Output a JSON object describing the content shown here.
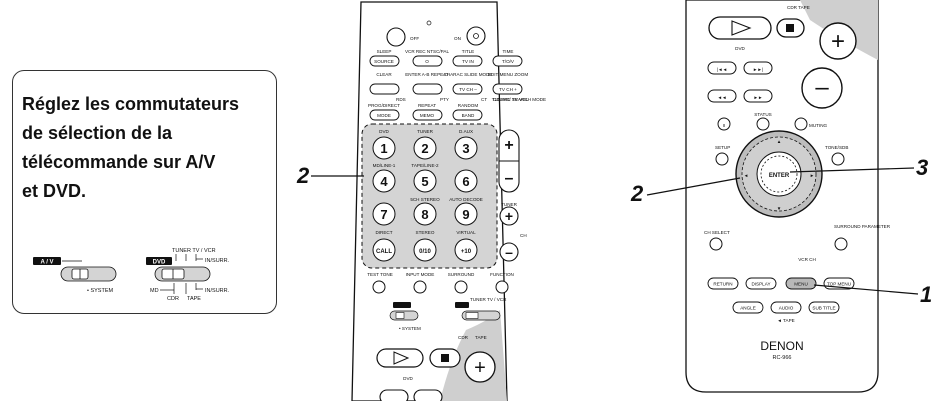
{
  "instruction": {
    "lines": [
      "Réglez les commutateurs",
      "de sélection de la",
      "télécommande sur A/V",
      "et DVD."
    ]
  },
  "switch_panel": {
    "av_badge": "A / V",
    "dvd_badge": "DVD",
    "tuner_tv_vcr": "TUNER TV / VCR",
    "in_surr": "IN/SURR.",
    "system": "• SYSTEM",
    "md": "MD",
    "cdr": "CDR",
    "tape": "TAPE"
  },
  "callouts": {
    "left_two": "2",
    "right_two": "2",
    "three": "3",
    "one": "1"
  },
  "remote_left": {
    "off": "OFF",
    "on": "ON",
    "row1_labels": [
      "SLEEP",
      "VCR REC NTSC/PAL",
      "TITLE",
      "TIME"
    ],
    "row1_buttons": [
      "SOURCE",
      "O",
      "TV IN",
      "T/O/V"
    ],
    "row2_labels": [
      "CLEAR",
      "ENTER A-B REPEAT",
      "CHARAC SLIDE MODE",
      "EDIT/MENU ZOOM"
    ],
    "row2_buttons": [
      "",
      "",
      "TV CH –",
      "TV CH +"
    ],
    "sub_labels": [
      "RDS",
      "PTY",
      "CT",
      "CD SRC SEARCH MODE",
      "RT"
    ],
    "row3_labels": [
      "PROG/DIRECT",
      "REPEAT",
      "RANDOM",
      "TUNING/ TV VOL"
    ],
    "row3_buttons": [
      "MODE",
      "MEMO",
      "BAND"
    ],
    "pad_labels": [
      [
        "DVD",
        "TUNER",
        "D.AUX"
      ],
      [
        "MD/LINE-1",
        "TAPE/LINE-2",
        ""
      ],
      [
        "",
        "5CH STEREO",
        "AUTO DECODE"
      ],
      [
        "DIRECT",
        "STEREO",
        "VIRTUAL"
      ]
    ],
    "pad_numbers": [
      [
        "1",
        "2",
        "3"
      ],
      [
        "4",
        "5",
        "6"
      ],
      [
        "7",
        "8",
        "9"
      ],
      [
        "CALL",
        "0/10",
        "+10"
      ]
    ],
    "tuner": "TUNER",
    "ch": "CH",
    "bottom_labels": [
      "TEST TONE",
      "INPUT MODE",
      "SURROUND",
      "FUNCTION"
    ],
    "dvd": "DVD"
  },
  "remote_right": {
    "top_text": "CDR TAPE",
    "dvd": "DVD",
    "status": "STATUS",
    "muting": "MUTING",
    "setup": "SETUP",
    "tone_sdb": "TONE/SDB",
    "enter": "ENTER",
    "ch_select": "CH SELECT",
    "surround_parameter": "SURROUND PARAMETER",
    "vcr_ch": "VCR CH",
    "bottom_row1": [
      "RETURN",
      "DISPLAY",
      "MENU",
      "TOP MENU"
    ],
    "bottom_row2": [
      "ANGLE",
      "AUDIO",
      "SUB TITLE"
    ],
    "tape": "◄ TAPE",
    "brand": "DENON",
    "model": "RC-966"
  },
  "colors": {
    "ink": "#111111",
    "pad_gray": "#d4d4d4",
    "body_gray": "#cfcfcf",
    "highlight": "#b8b8b8"
  }
}
